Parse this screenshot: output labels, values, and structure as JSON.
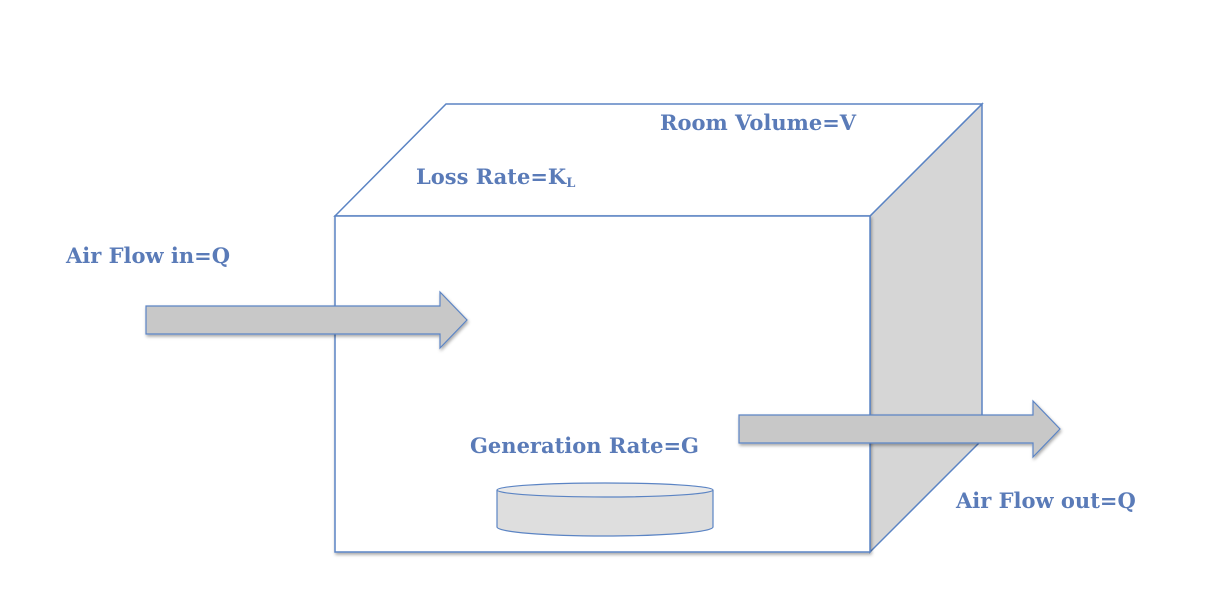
{
  "labels": {
    "room_volume": "Room Volume=V",
    "loss_rate": "Loss Rate=K",
    "loss_rate_subscript": "L",
    "air_flow_in": "Air Flow in=Q",
    "generation_rate": "Generation Rate=G",
    "air_flow_out": "Air Flow out=Q"
  },
  "colors": {
    "outline": "#5b84c4",
    "label": "#5a7bb8",
    "right_face": "#d6d6d6",
    "arrow_fill": "#c8c8c8",
    "source_fill": "#dedede"
  }
}
